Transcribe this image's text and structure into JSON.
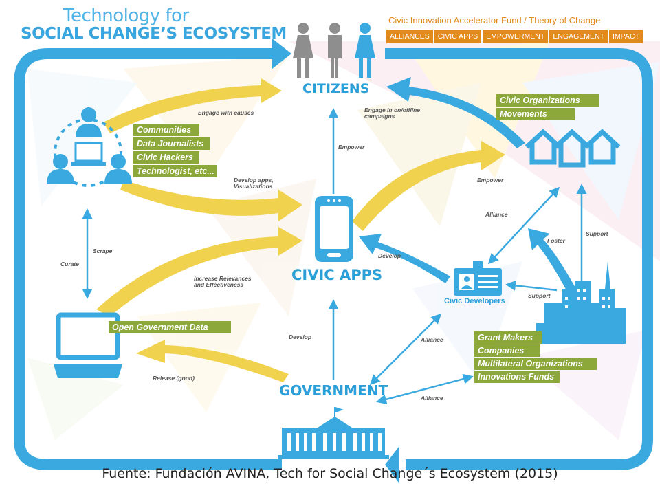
{
  "header": {
    "title_line1": "Technology for",
    "title_line2": "SOCIAL CHANGE’S ECOSYSTEM",
    "fund_title": "Civic Innovation Accelerator Fund / Theory of Change",
    "tabs": [
      "ALLIANCES",
      "CIVIC APPS",
      "EMPOWERMENT",
      "ENGAGEMENT",
      "IMPACT"
    ]
  },
  "nodes": {
    "citizens": "CITIZENS",
    "civic_apps": "CIVIC APPS",
    "government": "GOVERNMENT",
    "civic_developers": "Civic Developers"
  },
  "groups": {
    "communities": [
      "Communities",
      "Data Journalists",
      "Civic Hackers",
      "Technologist, etc..."
    ],
    "civic_orgs": [
      "Civic Organizations",
      "Movements"
    ],
    "open_data": "Open Government Data",
    "funders": [
      "Grant Makers",
      "Companies",
      "Multilateral Organizations",
      "Innovations Funds"
    ]
  },
  "arrow_labels": {
    "engage_causes": "Engage with causes",
    "engage_campaigns_1": "Engage in on/offline",
    "engage_campaigns_2": "campaigns",
    "empower_left": "Empower",
    "empower_right": "Empower",
    "develop_apps_1": "Develop apps,",
    "develop_apps_2": "Visualizations",
    "scrape": "Scrape",
    "curate": "Curate",
    "increase_1": "Increase Relevances",
    "increase_2": "and Effectiveness",
    "develop_right": "Develop",
    "develop_gov": "Develop",
    "alliance_top": "Alliance",
    "alliance_mid": "Alliance",
    "alliance_bottom": "Alliance",
    "foster": "Foster",
    "support_top": "Support",
    "support_mid": "Support",
    "release": "Release (good)"
  },
  "colors": {
    "blue": "#3aa9e0",
    "yellow": "#f0d24e",
    "green_label": "#8ca83a",
    "orange_tab": "#e38a1c",
    "gray_person": "#8e8e8e"
  },
  "caption": "Fuente: Fundación AVINA, Tech for Social Change´s Ecosystem (2015)"
}
